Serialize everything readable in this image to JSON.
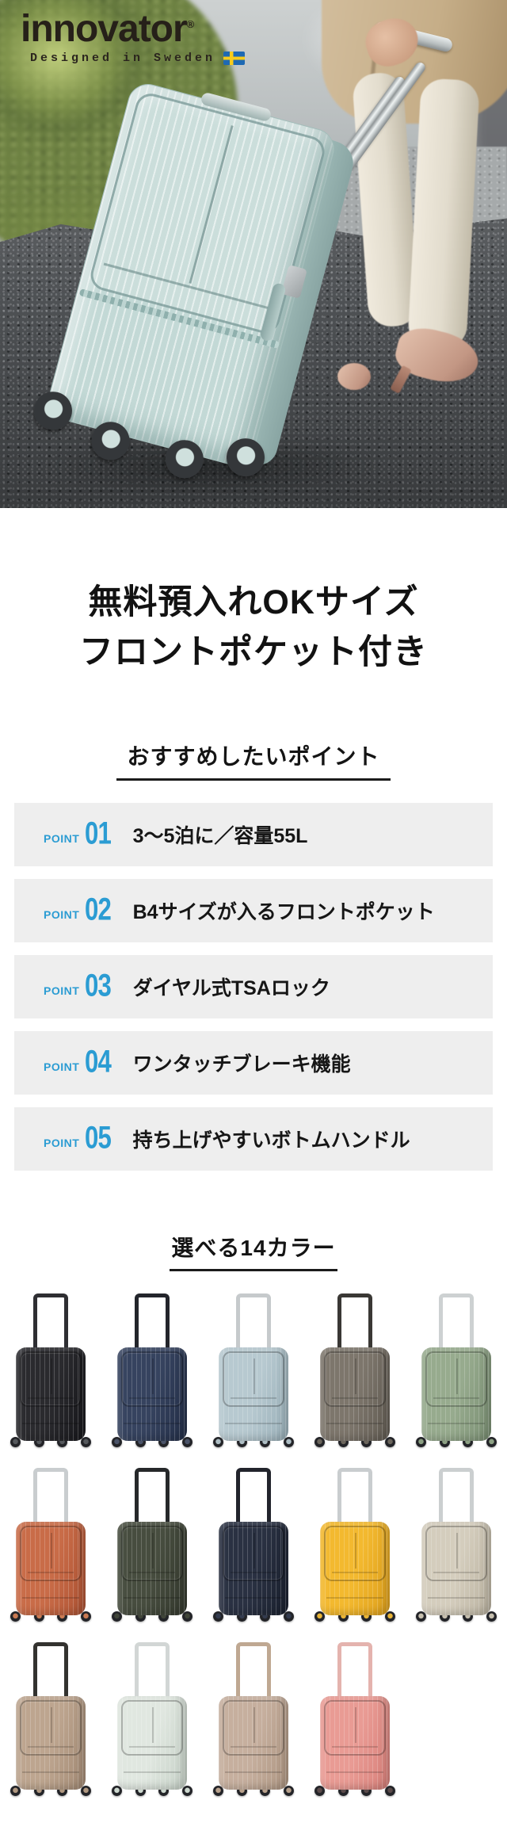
{
  "hero": {
    "brand": "innovator",
    "registered_mark": "®",
    "tagline": "Designed in Sweden",
    "flag_icon": "sweden-flag",
    "suitcase_color": "#c3d9d6",
    "photo_description": "person pulling tilted pale-mint front-pocket suitcase on asphalt"
  },
  "title": {
    "line1": "無料預入れOKサイズ",
    "line2": "フロントポケット付き"
  },
  "points_section": {
    "heading": "おすすめしたいポイント",
    "point_label": "POINT",
    "accent_color": "#2b9cd3",
    "bar_color": "#eeeeee",
    "items": [
      {
        "num": "01",
        "text": "3〜5泊に／容量55L"
      },
      {
        "num": "02",
        "text": "B4サイズが入るフロントポケット"
      },
      {
        "num": "03",
        "text": "ダイヤル式TSAロック"
      },
      {
        "num": "04",
        "text": "ワンタッチブレーキ機能"
      },
      {
        "num": "05",
        "text": "持ち上げやすいボトムハンドル"
      }
    ]
  },
  "colors_section": {
    "heading": "選べる14カラー",
    "rows": [
      5,
      5,
      4
    ],
    "variants": [
      {
        "body": "#2a2a2e",
        "body2": "#17171b",
        "handle": "#2e2e32",
        "hub": "#55585c"
      },
      {
        "body": "#36435f",
        "body2": "#232e47",
        "handle": "#23252b",
        "hub": "#4a5368"
      },
      {
        "body": "#b7c9d0",
        "body2": "#99afb8",
        "handle": "#c6cacc",
        "hub": "#aebec4"
      },
      {
        "body": "#7d766c",
        "body2": "#615b52",
        "handle": "#3a3835",
        "hub": "#6b655c"
      },
      {
        "body": "#97ab8e",
        "body2": "#798e72",
        "handle": "#cdd1d2",
        "hub": "#8ca083"
      },
      {
        "body": "#c96c48",
        "body2": "#ad5233",
        "handle": "#c9cdcf",
        "hub": "#c97a52"
      },
      {
        "body": "#474d3f",
        "body2": "#33382d",
        "handle": "#26282a",
        "hub": "#3f4438"
      },
      {
        "body": "#2a3142",
        "body2": "#1a202e",
        "handle": "#22242c",
        "hub": "#333b4e"
      },
      {
        "body": "#f3b92f",
        "body2": "#dd9f1c",
        "handle": "#c9cdcf",
        "hub": "#e8b437"
      },
      {
        "body": "#d4cdbd",
        "body2": "#bab2a0",
        "handle": "#cbcfd0",
        "hub": "#c5beae"
      },
      {
        "body": "#bda58f",
        "body2": "#a38a74",
        "handle": "#33322f",
        "hub": "#b09880"
      },
      {
        "body": "#e0e7e0",
        "body2": "#c5d0c6",
        "handle": "#d2d6d5",
        "hub": "#cdd8cf"
      },
      {
        "body": "#c6af9e",
        "body2": "#ad9581",
        "handle": "#bfa892",
        "hub": "#b8a18c"
      },
      {
        "body": "#e99b94",
        "body2": "#d77f79",
        "handle": "#e4b3ae",
        "hub": "#5a4a4a"
      }
    ]
  }
}
